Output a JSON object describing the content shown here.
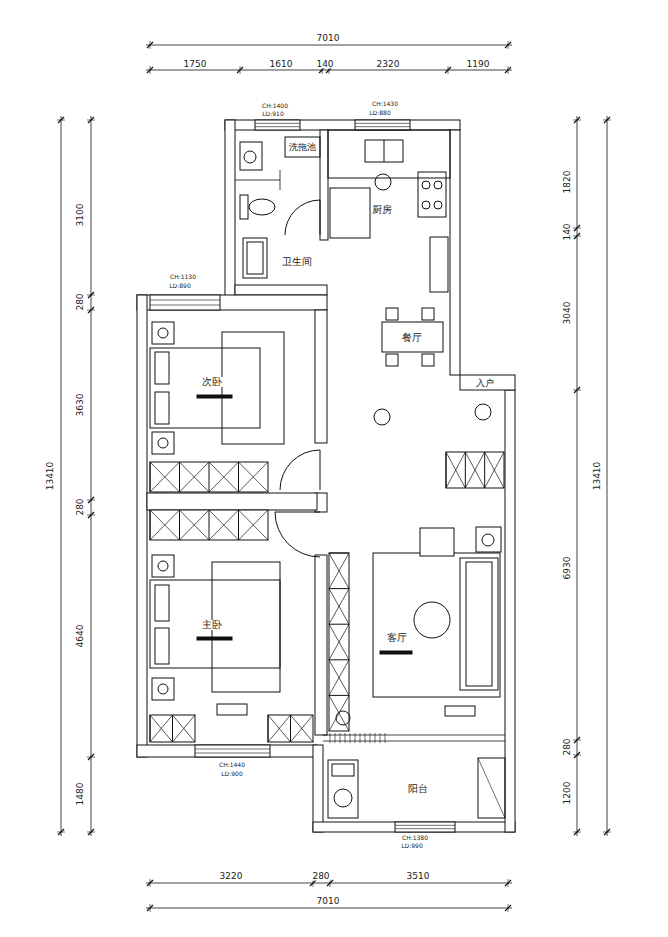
{
  "diagram": {
    "labels": [
      "7010",
      "1750",
      "1610",
      "140",
      "2320",
      "1190",
      "CH:1400",
      "LD:910",
      "CH:1430",
      "LD:880",
      "洗拖池",
      "厨房",
      "卫生间",
      "3100",
      "1820",
      "140",
      "280",
      "CH:1130",
      "LD:890",
      "3040",
      "餐厅",
      "入户",
      "次卧",
      "3630",
      "13410",
      "13410",
      "280",
      "6930",
      "客厅",
      "主卧",
      "4640",
      "280",
      "CH:1440",
      "LD:900",
      "1480",
      "阳台",
      "1200",
      "CH:1380",
      "LD:990",
      "3220",
      "280",
      "3510",
      "7010"
    ]
  }
}
